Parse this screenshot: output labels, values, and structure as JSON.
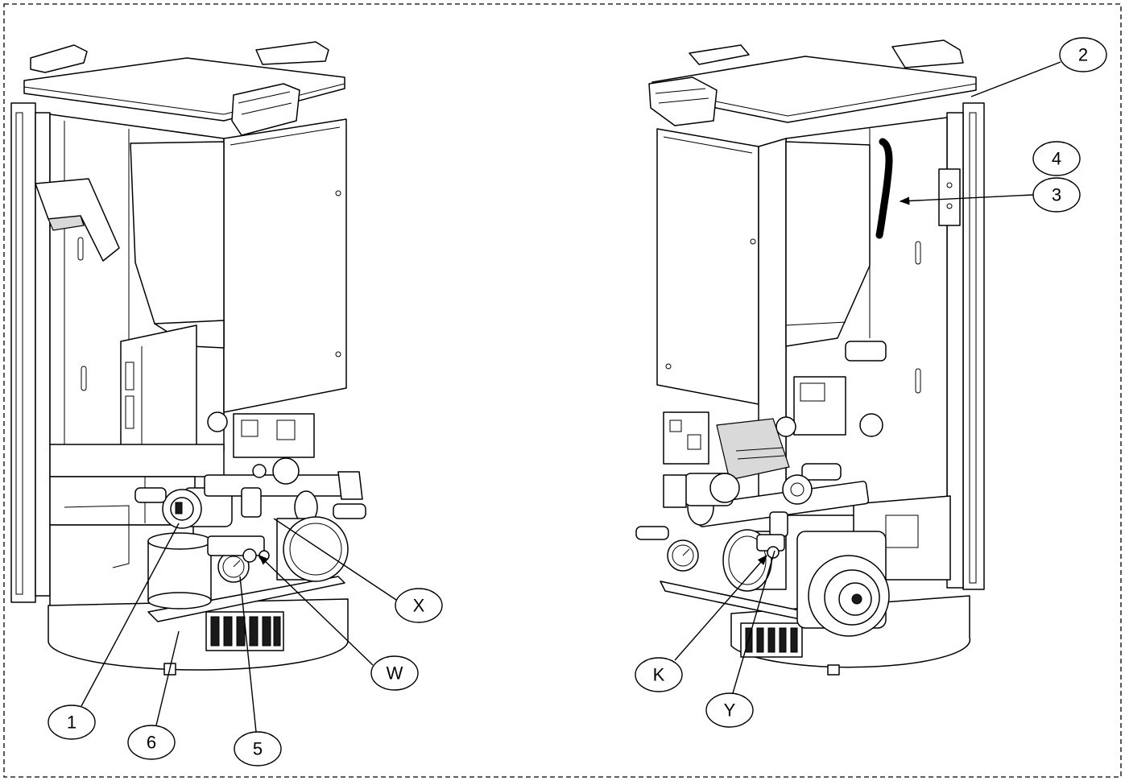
{
  "callouts": {
    "c1": "1",
    "c2": "2",
    "c3": "3",
    "c4": "4",
    "c5": "5",
    "c6": "6",
    "w": "W",
    "x": "X",
    "k": "K",
    "y": "Y"
  },
  "colors": {
    "line": "#000000",
    "background": "#ffffff",
    "frame": "#000000"
  }
}
